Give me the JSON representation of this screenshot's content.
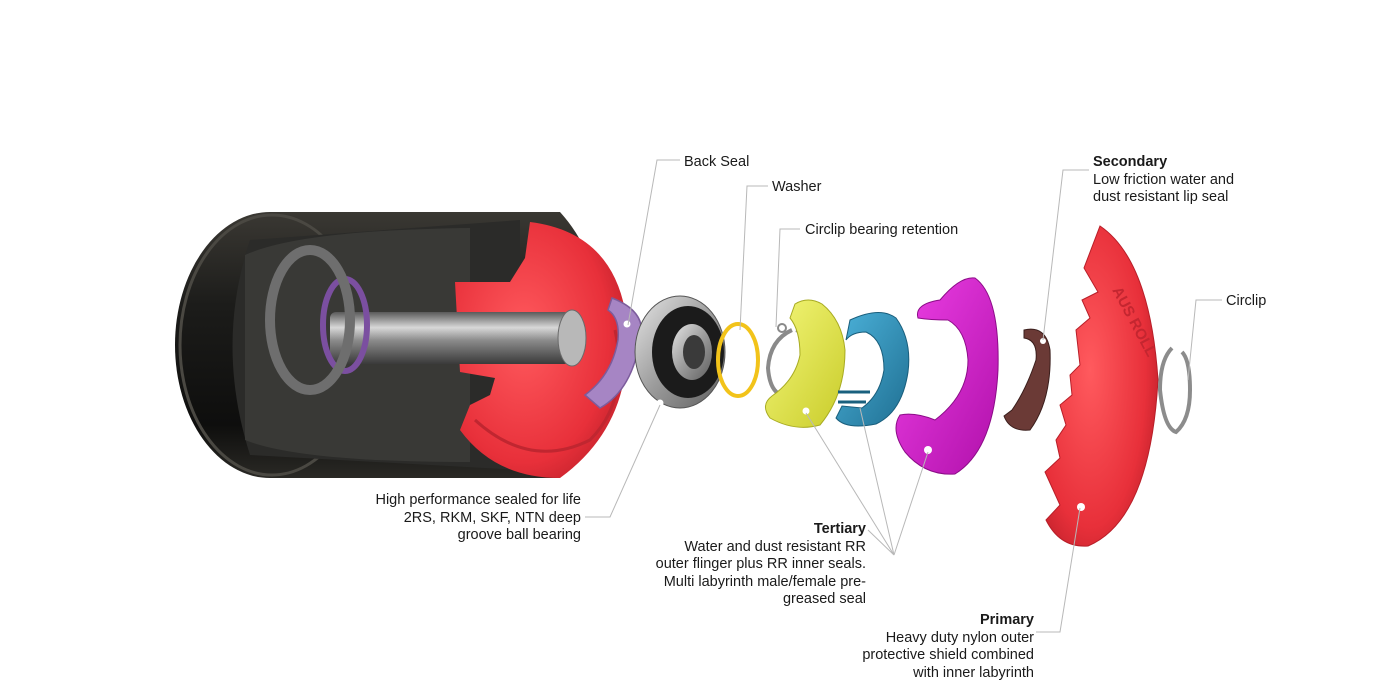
{
  "labels": {
    "back_seal": "Back Seal",
    "washer": "Washer",
    "circlip_retention": "Circlip bearing retention",
    "circlip": "Circlip",
    "secondary": {
      "title": "Secondary",
      "lines": [
        "Low friction water and",
        "dust resistant lip seal"
      ]
    },
    "bearing": {
      "lines": [
        "High performance sealed for life",
        "2RS, RKM, SKF, NTN deep",
        "groove ball bearing"
      ]
    },
    "tertiary": {
      "title": "Tertiary",
      "lines": [
        "Water and dust resistant RR",
        "outer flinger plus RR inner seals.",
        "Multi labyrinth male/female pre-",
        "greased seal"
      ]
    },
    "primary": {
      "title": "Primary",
      "lines": [
        "Heavy duty nylon outer",
        "protective shield combined",
        "with inner labyrinth"
      ]
    }
  },
  "shield_embossing": "AUS ROLL",
  "colors": {
    "roller_shell": "#1c1c1a",
    "housing_red": "#e8303a",
    "back_seal": "#9a7ab8",
    "washer": "#f2c31a",
    "tertiary_yellow": "#e2e640",
    "tertiary_blue": "#2f8fb8",
    "tertiary_magenta": "#d81ad0",
    "secondary_seal": "#6b3a36",
    "circlip": "#8a8a8a",
    "leader": "#b8b8b8"
  }
}
